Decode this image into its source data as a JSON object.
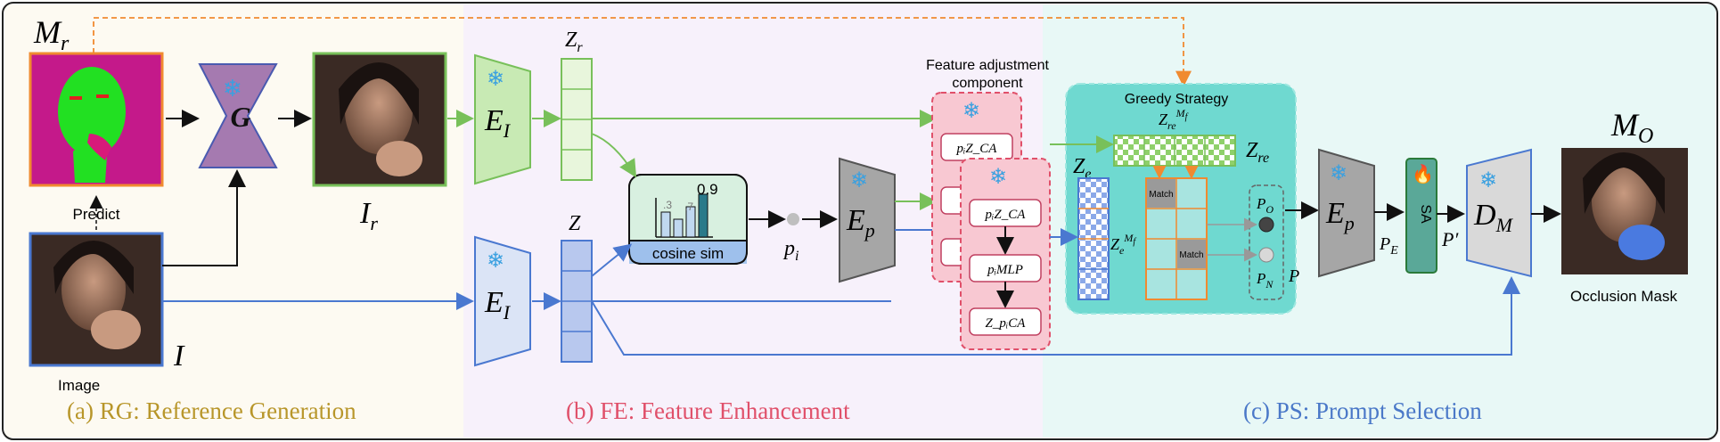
{
  "colors": {
    "rg_bg": "#fdfaf2",
    "fe_bg": "#f7f1fb",
    "ps_bg": "#e8f8f6",
    "rg_title": "#b8962a",
    "fe_title": "#e0506a",
    "ps_title": "#4a78c8",
    "green": "#78c05a",
    "blue": "#4a78d0",
    "orange": "#f08a30",
    "purple": "#a57ab0",
    "gray": "#a6a6a6",
    "teal": "#6fd9d0"
  },
  "sections": {
    "rg_title": "(a)   RG: Reference Generation",
    "fe_title": "(b)   FE: Feature Enhancement",
    "ps_title": "(c)   PS: Prompt Selection"
  },
  "labels": {
    "mask_ref": "M",
    "mask_ref_sub": "r",
    "predict": "Predict",
    "image": "Image",
    "image_symbol": "I",
    "generator": "G",
    "ref_image_symbol": "I",
    "ref_image_sub": "r",
    "encoder_img": "E",
    "encoder_img_sub": "I",
    "zr": "Z",
    "zr_sub": "r",
    "z": "Z",
    "cosine": "cosine sim",
    "cosine_value": "0.9",
    "pi": "p",
    "pi_sub": "i",
    "encoder_p": "E",
    "encoder_p_sub": "p",
    "fac_title_1": "Feature adjustment",
    "fac_title_2": "component",
    "fac_box1": "pᵢZ_CA",
    "fac_box2": "pᵢZ_CA",
    "fac_box3": "pᵢMLP",
    "fac_box4": "Z_pᵢCA",
    "greedy": "Greedy Strategy",
    "ze": "Z",
    "ze_sub": "e",
    "zre": "Z",
    "zre_sub": "re",
    "zre_top": "Z",
    "zre_top_sub": "re",
    "zre_top_sup": "M",
    "zre_top_sup2": "f",
    "ze_mf": "Z",
    "ze_mf_sub": "e",
    "ze_mf_sup": "M",
    "ze_mf_sup2": "f",
    "match": "Match",
    "po": "P",
    "po_sub": "O",
    "pn": "P",
    "pn_sub": "N",
    "p": "P",
    "pe": "P",
    "pe_sub": "E",
    "sa": "SA",
    "p_prime": "P′",
    "decoder": "D",
    "decoder_sub": "M",
    "mo": "M",
    "mo_sub": "O",
    "occlusion": "Occlusion Mask"
  }
}
